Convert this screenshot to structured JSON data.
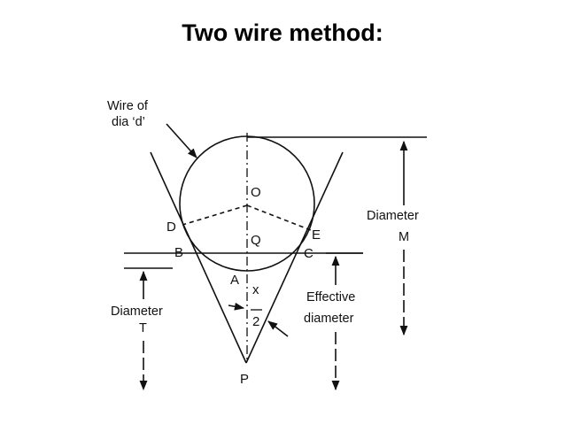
{
  "slide": {
    "title": "Two wire method:"
  },
  "diagram": {
    "wire_label_line1": "Wire of",
    "wire_label_line2": "dia ‘d’",
    "points": {
      "O": "O",
      "Q": "Q",
      "D": "D",
      "E": "E",
      "B": "B",
      "C": "C",
      "A": "A",
      "P": "P"
    },
    "fraction": {
      "numerator": "x",
      "denominator": "2"
    },
    "diameter_m_line1": "Diameter",
    "diameter_m_line2": "M",
    "effective_line1": "Effective",
    "effective_line2": "diameter",
    "diameter_t_line1": "Diameter",
    "diameter_t_line2": "T"
  }
}
